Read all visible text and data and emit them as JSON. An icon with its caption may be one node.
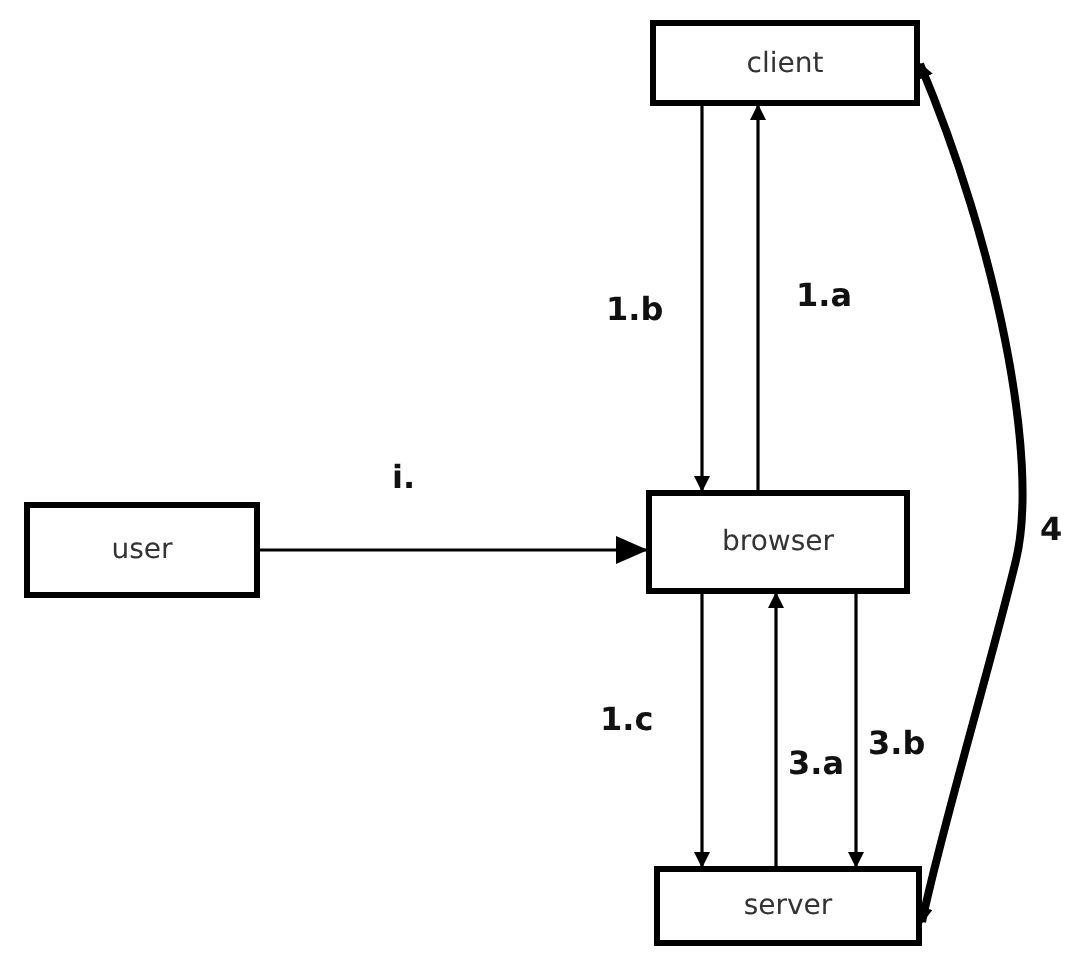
{
  "diagram": {
    "nodes": [
      {
        "text": [
          "client"
        ]
      },
      {
        "text": [
          "user"
        ]
      },
      {
        "text": [
          "browser"
        ]
      },
      {
        "text": [
          "server"
        ]
      }
    ],
    "edges": [
      {
        "from": 1,
        "to": 2,
        "arrow": "to",
        "label": "i."
      },
      {
        "from": 0,
        "to": 2,
        "arrow": "to",
        "label": "1.b"
      },
      {
        "from": 2,
        "to": 0,
        "arrow": "to",
        "label": "1.a"
      },
      {
        "from": 2,
        "to": 3,
        "arrow": "to",
        "label": "1.c"
      },
      {
        "from": 3,
        "to": 2,
        "arrow": "to",
        "label": "3.a"
      },
      {
        "from": 2,
        "to": 3,
        "arrow": "to",
        "label": "3.b"
      },
      {
        "from": 0,
        "to": 3,
        "arrow": "both",
        "label": "4",
        "style": "thick"
      }
    ]
  }
}
